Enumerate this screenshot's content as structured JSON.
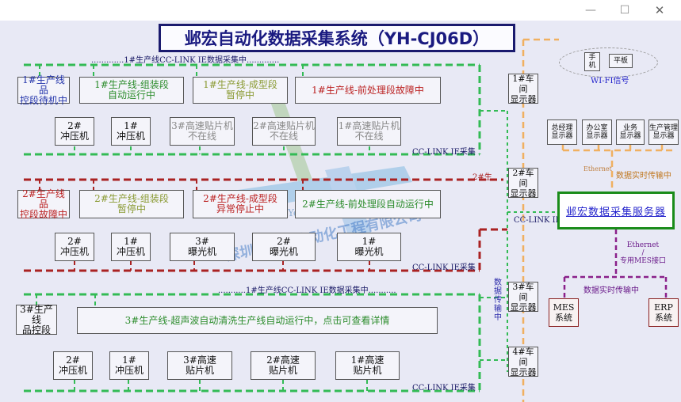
{
  "window": {
    "minimize": "—",
    "maximize": "☐",
    "close": "✕"
  },
  "title": "邺宏自动化数据采集系统（YH-CJ06D）",
  "watermark": {
    "logo": "YH",
    "brand": "Ye Hong",
    "company": "深圳市邺宏自动化工程有限公司"
  },
  "line1": {
    "header": ".............1#生产线CC-LINK IE数据采集中.............",
    "footer": "CC-LINK IE采集",
    "stations": [
      {
        "label": "1#生产线品\n控段待机中"
      },
      {
        "label": "1#生产线-组装段\n自动运行中"
      },
      {
        "label": "1#生产线-成型段\n暂停中"
      },
      {
        "label": "1#生产线-前处理段故障中"
      }
    ],
    "machines": [
      {
        "label": "2#\n冲压机"
      },
      {
        "label": "1#\n冲压机"
      },
      {
        "label": "3#高速贴片机\n不在线"
      },
      {
        "label": "2#高速贴片机\n不在线"
      },
      {
        "label": "1#高速贴片机\n不在线"
      }
    ]
  },
  "line2": {
    "header": "2#生",
    "footer": "CC-LINK IE采集",
    "stations": [
      {
        "label": "2#生产线品\n控段故障中"
      },
      {
        "label": "2#生产线-组装段\n暂停中"
      },
      {
        "label": "2#生产线-成型段\n异常停止中"
      },
      {
        "label": "2#生产线-前处理段自动运行中"
      }
    ],
    "machines": [
      {
        "label": "2#\n冲压机"
      },
      {
        "label": "1#\n冲压机"
      },
      {
        "label": "3#\n曝光机"
      },
      {
        "label": "2#\n曝光机"
      },
      {
        "label": "1#\n曝光机"
      }
    ]
  },
  "line3": {
    "header": "...........1#生产线CC-LINK IE数据采集中...........",
    "footer": "CC-LINK IE采集",
    "stations": [
      {
        "label": "3#生产线\n品控段"
      },
      {
        "label": "3#生产线-超声波自动清洗生产线自动运行中，点击可查看详情"
      }
    ],
    "machines": [
      {
        "label": "2#\n冲压机"
      },
      {
        "label": "1#\n冲压机"
      },
      {
        "label": "3#高速\n贴片机"
      },
      {
        "label": "2#高速\n贴片机"
      },
      {
        "label": "1#高速\n贴片机"
      }
    ]
  },
  "workshops": [
    {
      "label": "1#车间\n显示器"
    },
    {
      "label": "2#车间\n显示器"
    },
    {
      "label": "3#车间\n显示器"
    },
    {
      "label": "4#车间\n显示器"
    }
  ],
  "cc_link_side": "CC-LINK IE",
  "data_transfer_vertical": "数据传输中",
  "wifi": {
    "devices": [
      {
        "label": "手\n机"
      },
      {
        "label": "平板"
      }
    ],
    "label": "WI-FI信号"
  },
  "displays": [
    {
      "label": "总经理\n显示器"
    },
    {
      "label": "办公室\n显示器"
    },
    {
      "label": "业务\n显示器"
    },
    {
      "label": "生产管理\n显示器"
    }
  ],
  "ethernet_top": "Ethernet",
  "realtime_top": "数据实时传输中",
  "server": "邺宏数据采集服务器",
  "ethernet_bottom": "Ethernet\n/\n专用MES接口",
  "realtime_bottom": "数据实时传输中",
  "systems": [
    {
      "label": "MES\n系统"
    },
    {
      "label": "ERP\n系统"
    }
  ],
  "colors": {
    "green_bus": "#33bb55",
    "red_bus": "#aa2222",
    "orange_bus": "#f0b060",
    "purple_bus": "#8a208a",
    "server_border": "#1a8c1a"
  }
}
